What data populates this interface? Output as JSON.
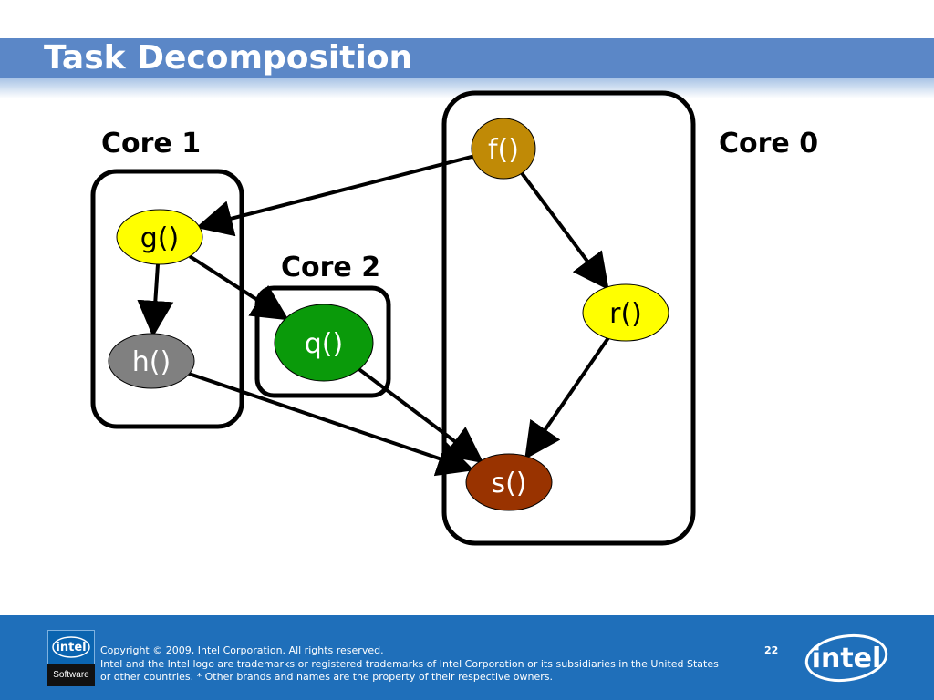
{
  "slide": {
    "title": "Task Decomposition",
    "page_number": "22"
  },
  "cores": [
    {
      "id": "core0",
      "label": "Core 0"
    },
    {
      "id": "core1",
      "label": "Core 1"
    },
    {
      "id": "core2",
      "label": "Core 2"
    }
  ],
  "nodes": [
    {
      "id": "f",
      "label": "f()",
      "color": "#c08a06",
      "text_color": "#ffffff",
      "core": "Core 0"
    },
    {
      "id": "g",
      "label": "g()",
      "color": "#ffff00",
      "text_color": "#000000",
      "core": "Core 1"
    },
    {
      "id": "h",
      "label": "h()",
      "color": "#808080",
      "text_color": "#ffffff",
      "core": "Core 1"
    },
    {
      "id": "q",
      "label": "q()",
      "color": "#0a9a0a",
      "text_color": "#ffffff",
      "core": "Core 2"
    },
    {
      "id": "r",
      "label": "r()",
      "color": "#ffff00",
      "text_color": "#000000",
      "core": "Core 0"
    },
    {
      "id": "s",
      "label": "s()",
      "color": "#993300",
      "text_color": "#ffffff",
      "core": "Core 0"
    }
  ],
  "edges": [
    {
      "from": "f",
      "to": "g"
    },
    {
      "from": "f",
      "to": "r"
    },
    {
      "from": "g",
      "to": "h"
    },
    {
      "from": "g",
      "to": "q"
    },
    {
      "from": "h",
      "to": "s"
    },
    {
      "from": "q",
      "to": "s"
    },
    {
      "from": "r",
      "to": "s"
    }
  ],
  "footer": {
    "copyright": "Copyright © 2009, Intel Corporation. All rights reserved.",
    "trademark_line1": "Intel and the Intel logo are trademarks or registered trademarks of Intel Corporation or its subsidiaries in the United States",
    "trademark_line2": "or other countries. * Other brands and names are the property of their respective owners.",
    "logo_left_text": "intel",
    "logo_left_sub": "Software",
    "logo_right_text": "intel"
  },
  "colors": {
    "title_band": "#5b87c7",
    "footer": "#1f6fba"
  }
}
